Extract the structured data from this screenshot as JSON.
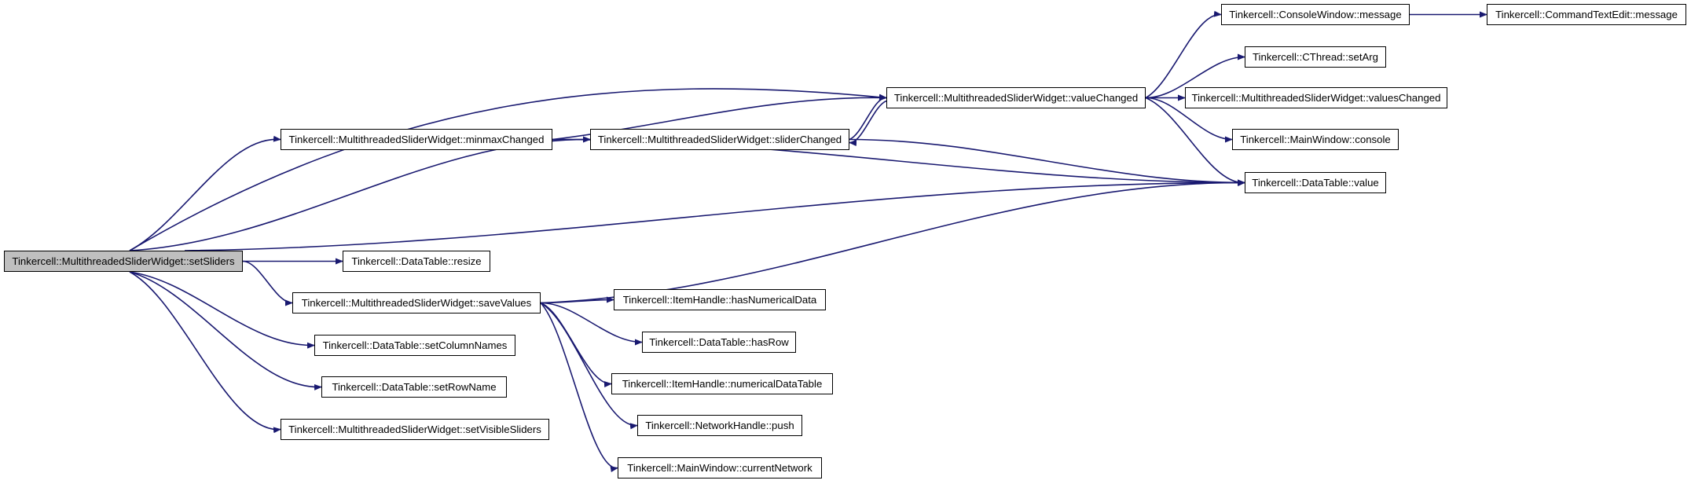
{
  "colors": {
    "edge": "#191970",
    "node_border": "#000000",
    "root_fill": "#bfbfbf"
  },
  "nodes": {
    "setSliders": "Tinkercell::MultithreadedSliderWidget::setSliders",
    "minmaxChanged": "Tinkercell::MultithreadedSliderWidget::minmaxChanged",
    "sliderChanged": "Tinkercell::MultithreadedSliderWidget::sliderChanged",
    "valueChanged": "Tinkercell::MultithreadedSliderWidget::valueChanged",
    "consoleMessage": "Tinkercell::ConsoleWindow::message",
    "commandMessage": "Tinkercell::CommandTextEdit::message",
    "setArg": "Tinkercell::CThread::setArg",
    "valuesChanged": "Tinkercell::MultithreadedSliderWidget::valuesChanged",
    "console": "Tinkercell::MainWindow::console",
    "dtValue": "Tinkercell::DataTable::value",
    "resize": "Tinkercell::DataTable::resize",
    "saveValues": "Tinkercell::MultithreadedSliderWidget::saveValues",
    "hasNumericalData": "Tinkercell::ItemHandle::hasNumericalData",
    "hasRow": "Tinkercell::DataTable::hasRow",
    "numericalDataTable": "Tinkercell::ItemHandle::numericalDataTable",
    "push": "Tinkercell::NetworkHandle::push",
    "currentNetwork": "Tinkercell::MainWindow::currentNetwork",
    "setColumnNames": "Tinkercell::DataTable::setColumnNames",
    "setRowName": "Tinkercell::DataTable::setRowName",
    "setVisibleSliders": "Tinkercell::MultithreadedSliderWidget::setVisibleSliders"
  },
  "edges": [
    [
      "setSliders",
      "valueChanged"
    ],
    [
      "setSliders",
      "minmaxChanged"
    ],
    [
      "setSliders",
      "sliderChanged"
    ],
    [
      "setSliders",
      "dtValue"
    ],
    [
      "setSliders",
      "resize"
    ],
    [
      "setSliders",
      "saveValues"
    ],
    [
      "setSliders",
      "setColumnNames"
    ],
    [
      "setSliders",
      "setRowName"
    ],
    [
      "setSliders",
      "setVisibleSliders"
    ],
    [
      "minmaxChanged",
      "sliderChanged"
    ],
    [
      "minmaxChanged",
      "valueChanged"
    ],
    [
      "minmaxChanged",
      "dtValue"
    ],
    [
      "sliderChanged",
      "valueChanged"
    ],
    [
      "sliderChanged",
      "dtValue"
    ],
    [
      "valueChanged",
      "sliderChanged"
    ],
    [
      "valueChanged",
      "consoleMessage"
    ],
    [
      "valueChanged",
      "setArg"
    ],
    [
      "valueChanged",
      "valuesChanged"
    ],
    [
      "valueChanged",
      "console"
    ],
    [
      "valueChanged",
      "dtValue"
    ],
    [
      "consoleMessage",
      "commandMessage"
    ],
    [
      "saveValues",
      "dtValue"
    ],
    [
      "saveValues",
      "hasNumericalData"
    ],
    [
      "saveValues",
      "hasRow"
    ],
    [
      "saveValues",
      "numericalDataTable"
    ],
    [
      "saveValues",
      "push"
    ],
    [
      "saveValues",
      "currentNetwork"
    ]
  ]
}
